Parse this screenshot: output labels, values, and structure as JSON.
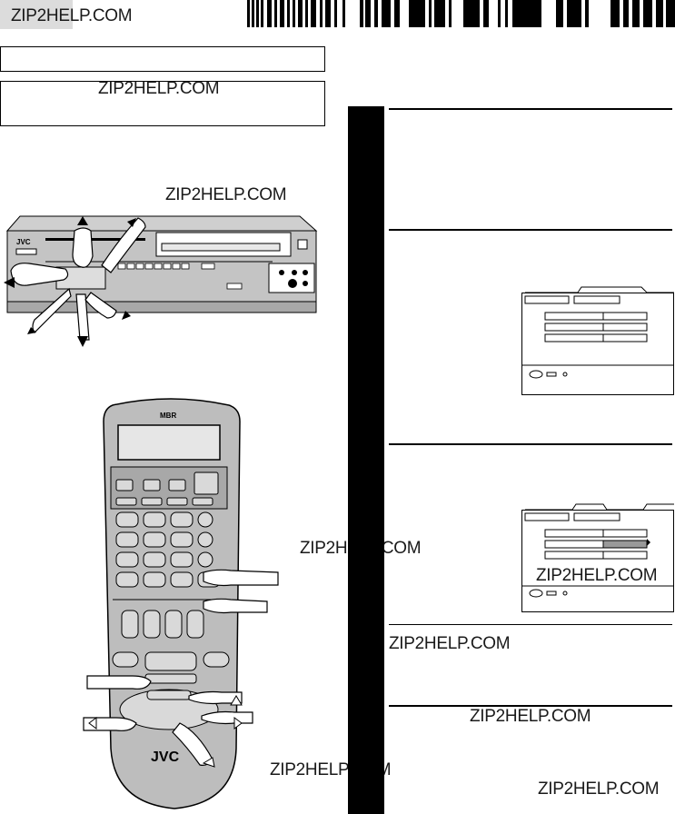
{
  "page": {
    "watermark": "ZIP2HELP.COM",
    "vcr_brand": "JVC",
    "remote_top_label": "MBR",
    "remote_brand": "JVC"
  },
  "colors": {
    "ink": "#000000",
    "paper": "#ffffff",
    "device_gray": "#b8b8b8",
    "header_gray": "#d8d8d8"
  },
  "icons": [
    "hand-pointer-icon",
    "arrow-up-icon",
    "arrow-down-icon",
    "arrow-left-icon",
    "arrow-right-icon"
  ]
}
